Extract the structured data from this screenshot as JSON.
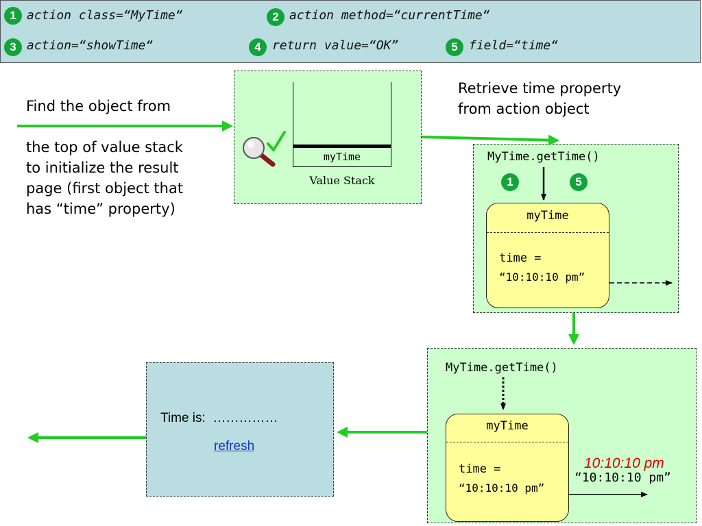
{
  "header": {
    "items": [
      {
        "num": "1",
        "text": "action class=“MyTime“"
      },
      {
        "num": "2",
        "text": "action method=“currentTime“"
      },
      {
        "num": "3",
        "text": "action=“showTime“"
      },
      {
        "num": "4",
        "text": "return value=“OK”"
      },
      {
        "num": "5",
        "text": "field=“time“"
      }
    ]
  },
  "left_note": {
    "line1": "Find the object from",
    "line2": "the top of value stack",
    "line3": "to initialize the result",
    "line4": "page (first object that",
    "line5": "has “time” property)"
  },
  "value_stack": {
    "item": "myTime",
    "caption": "Value Stack"
  },
  "right_note": {
    "line1": "Retrieve time property",
    "line2": "from action object"
  },
  "action_object_top": {
    "method": "MyTime.getTime()",
    "badge_a": "1",
    "badge_b": "5",
    "name": "myTime",
    "field_line1": "time =",
    "field_line2": "“10:10:10 pm”"
  },
  "action_object_bottom": {
    "method": "MyTime.getTime()",
    "name": "myTime",
    "field_line1": "time =",
    "field_line2": "“10:10:10 pm”",
    "output_value": "“10:10:10 pm”",
    "output_label": "10:10:10 pm"
  },
  "result_page": {
    "label": "Time is:",
    "placeholder": "……………",
    "refresh": "refresh"
  },
  "colors": {
    "arrow_green": "#22cc22",
    "badge_green": "#12a43a",
    "header_bg": "#b9dde0",
    "box_green": "#ccffcc",
    "box_yellow": "#ffff99",
    "highlight_red": "#dd0000"
  }
}
